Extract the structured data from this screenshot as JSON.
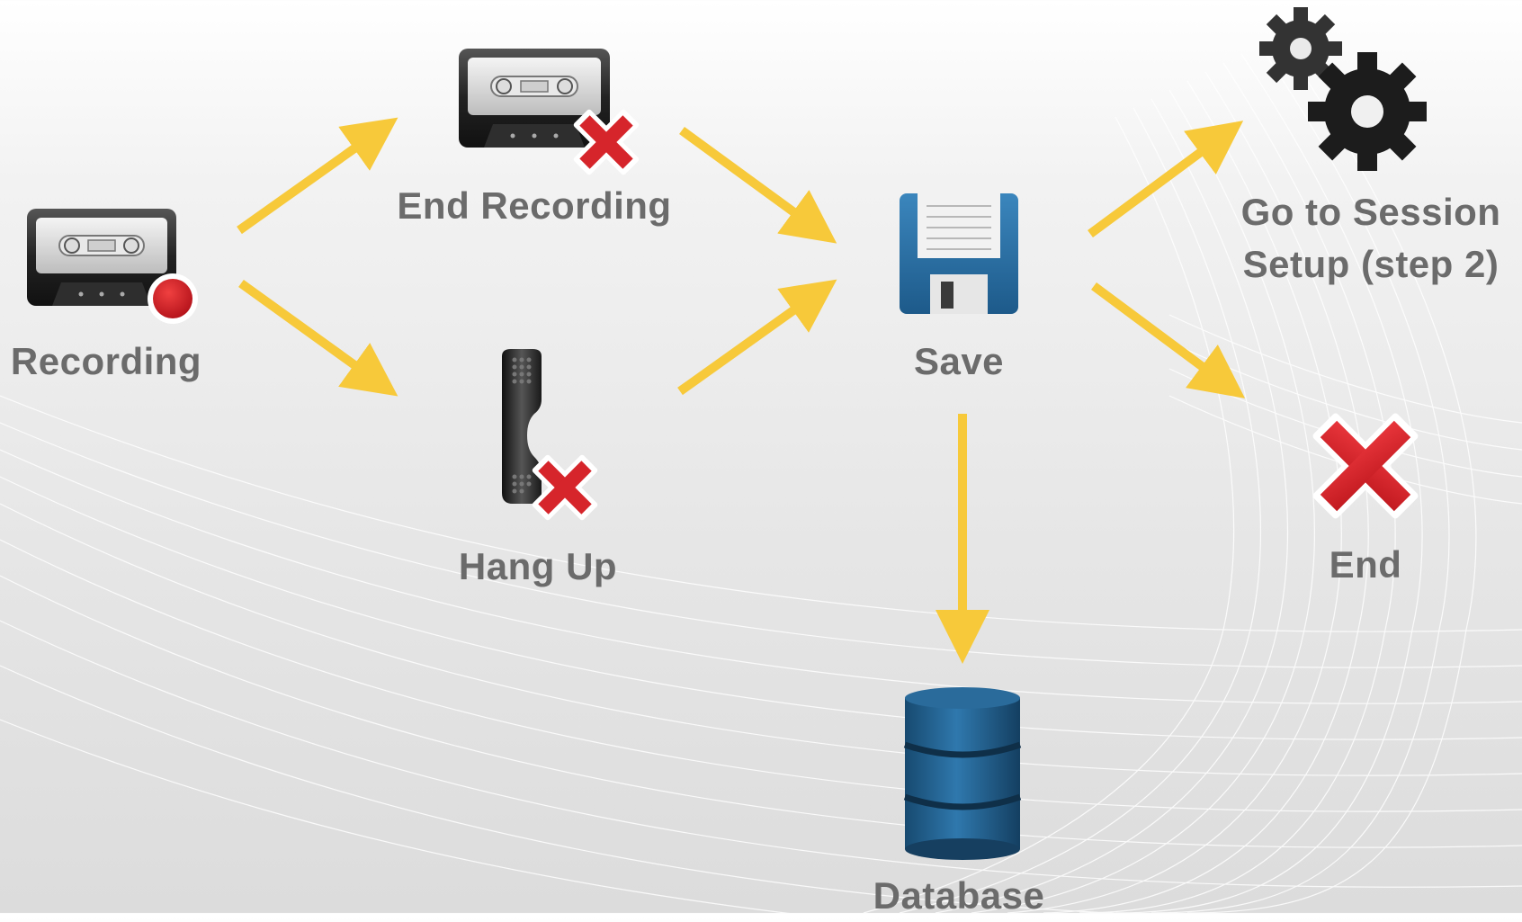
{
  "nodes": {
    "recording": {
      "label": "Recording",
      "icon": "cassette-record-icon"
    },
    "end_recording": {
      "label": "End Recording",
      "icon": "cassette-stop-icon"
    },
    "hang_up": {
      "label": "Hang Up",
      "icon": "phone-hangup-icon"
    },
    "save": {
      "label": "Save",
      "icon": "floppy-disk-icon"
    },
    "session_setup": {
      "label_line1": "Go to Session",
      "label_line2": "Setup (step 2)",
      "icon": "gears-icon"
    },
    "end": {
      "label": "End",
      "icon": "red-x-icon"
    },
    "database": {
      "label": "Database",
      "icon": "database-icon"
    }
  },
  "edges": [
    {
      "from": "Recording",
      "to": "End Recording"
    },
    {
      "from": "Recording",
      "to": "Hang Up"
    },
    {
      "from": "End Recording",
      "to": "Save"
    },
    {
      "from": "Hang Up",
      "to": "Save"
    },
    {
      "from": "Save",
      "to": "Go to Session Setup (step 2)"
    },
    {
      "from": "Save",
      "to": "End"
    },
    {
      "from": "Save",
      "to": "Database"
    }
  ],
  "colors": {
    "arrow": "#f7c93a",
    "label": "#6b6b6b",
    "red": "#d6252b",
    "floppy": "#2f6fa0",
    "database": "#1f5a86"
  }
}
